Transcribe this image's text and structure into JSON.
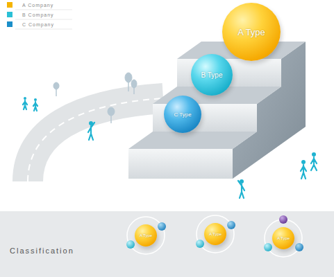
{
  "diagram": {
    "nodes": [
      {
        "text": [
          "A Type"
        ]
      },
      {
        "text": [
          "B Type"
        ]
      },
      {
        "text": [
          "C Type"
        ]
      },
      {
        "text": [
          "A Type"
        ]
      },
      {
        "text": [
          "A Type"
        ]
      },
      {
        "text": [
          "A Type"
        ]
      }
    ],
    "labels": [
      "Classification"
    ],
    "legend": [
      {
        "text": "A Company",
        "color": "#f5b400"
      },
      {
        "text": "B Company",
        "color": "#2bc0d6"
      },
      {
        "text": "C Company",
        "color": "#1b8fc9"
      }
    ]
  }
}
